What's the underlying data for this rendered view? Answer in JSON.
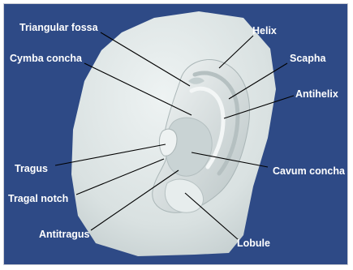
{
  "labels": {
    "triangular_fossa": "Triangular fossa",
    "cymba_concha": "Cymba concha",
    "helix": "Helix",
    "scapha": "Scapha",
    "antihelix": "Antihelix",
    "tragus": "Tragus",
    "tragal_notch": "Tragal notch",
    "antitragus": "Antitragus",
    "cavum_concha": "Cavum concha",
    "lobule": "Lobule"
  },
  "colors": {
    "background": "#2e4a86",
    "ear_skin": "#dfe6e6",
    "text": "#ffffff",
    "leader_line": "#000000"
  }
}
